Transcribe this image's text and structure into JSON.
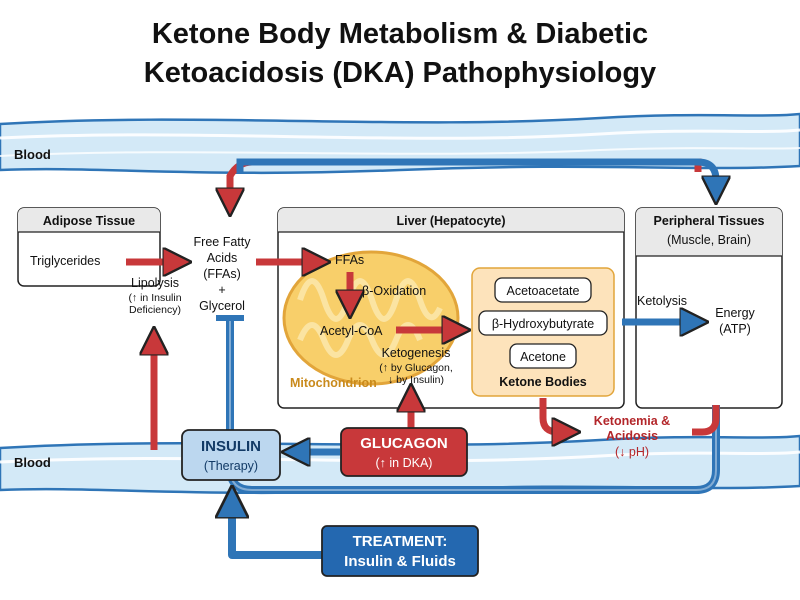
{
  "title": {
    "line1": "Ketone Body Metabolism & Diabetic",
    "line2": "Ketoacidosis (DKA) Pathophysiology"
  },
  "blood": {
    "top_label": "Blood",
    "bottom_label": "Blood"
  },
  "adipose": {
    "header": "Adipose Tissue",
    "triglycerides": "Triglycerides",
    "lipolysis": "Lipolysis",
    "lipolysis_note1": "(↑ in Insulin",
    "lipolysis_note2": "Deficiency)",
    "ffa_line1": "Free Fatty",
    "ffa_line2": "Acids",
    "ffa_line3": "(FFAs)",
    "plus": "+",
    "glycerol": "Glycerol"
  },
  "liver": {
    "header": "Liver (Hepatocyte)",
    "ffas": "FFAs",
    "beta_oxidation": "β-Oxidation",
    "acetyl_coa": "Acetyl-CoA",
    "mitochondrion": "Mitochondrion",
    "ketogenesis": "Ketogenesis",
    "ketogenesis_note1": "(↑ by Glucagon,",
    "ketogenesis_note2": "↓ by Insulin)",
    "ketone_items": [
      "Acetoacetate",
      "β-Hydroxybutyrate",
      "Acetone"
    ],
    "ketone_label": "Ketone Bodies"
  },
  "peripheral": {
    "header_line1": "Peripheral Tissues",
    "header_line2": "(Muscle, Brain)",
    "ketolysis": "Ketolysis",
    "energy_line1": "Energy",
    "energy_line2": "(ATP)"
  },
  "ketonemia": {
    "line1": "Ketonemia &",
    "line2": "Acidosis",
    "line3": "(↓ pH)"
  },
  "insulin": {
    "label": "INSULIN",
    "sub": "(Therapy)"
  },
  "glucagon": {
    "label": "GLUCAGON",
    "sub": "(↑ in DKA)"
  },
  "treatment": {
    "line1": "TREATMENT:",
    "line2": "Insulin & Fluids"
  },
  "colors": {
    "red": "#c8383a",
    "blue": "#2f75b7",
    "blood_light": "#d3e9f7",
    "mito_fill": "#f8cf6a",
    "mito_stroke": "#e2a53a",
    "ketone_panel": "#fde3bb",
    "treatment_fill": "#2468b0",
    "insulin_fill": "#bcd7ef",
    "glucagon_fill": "#c8383a"
  }
}
